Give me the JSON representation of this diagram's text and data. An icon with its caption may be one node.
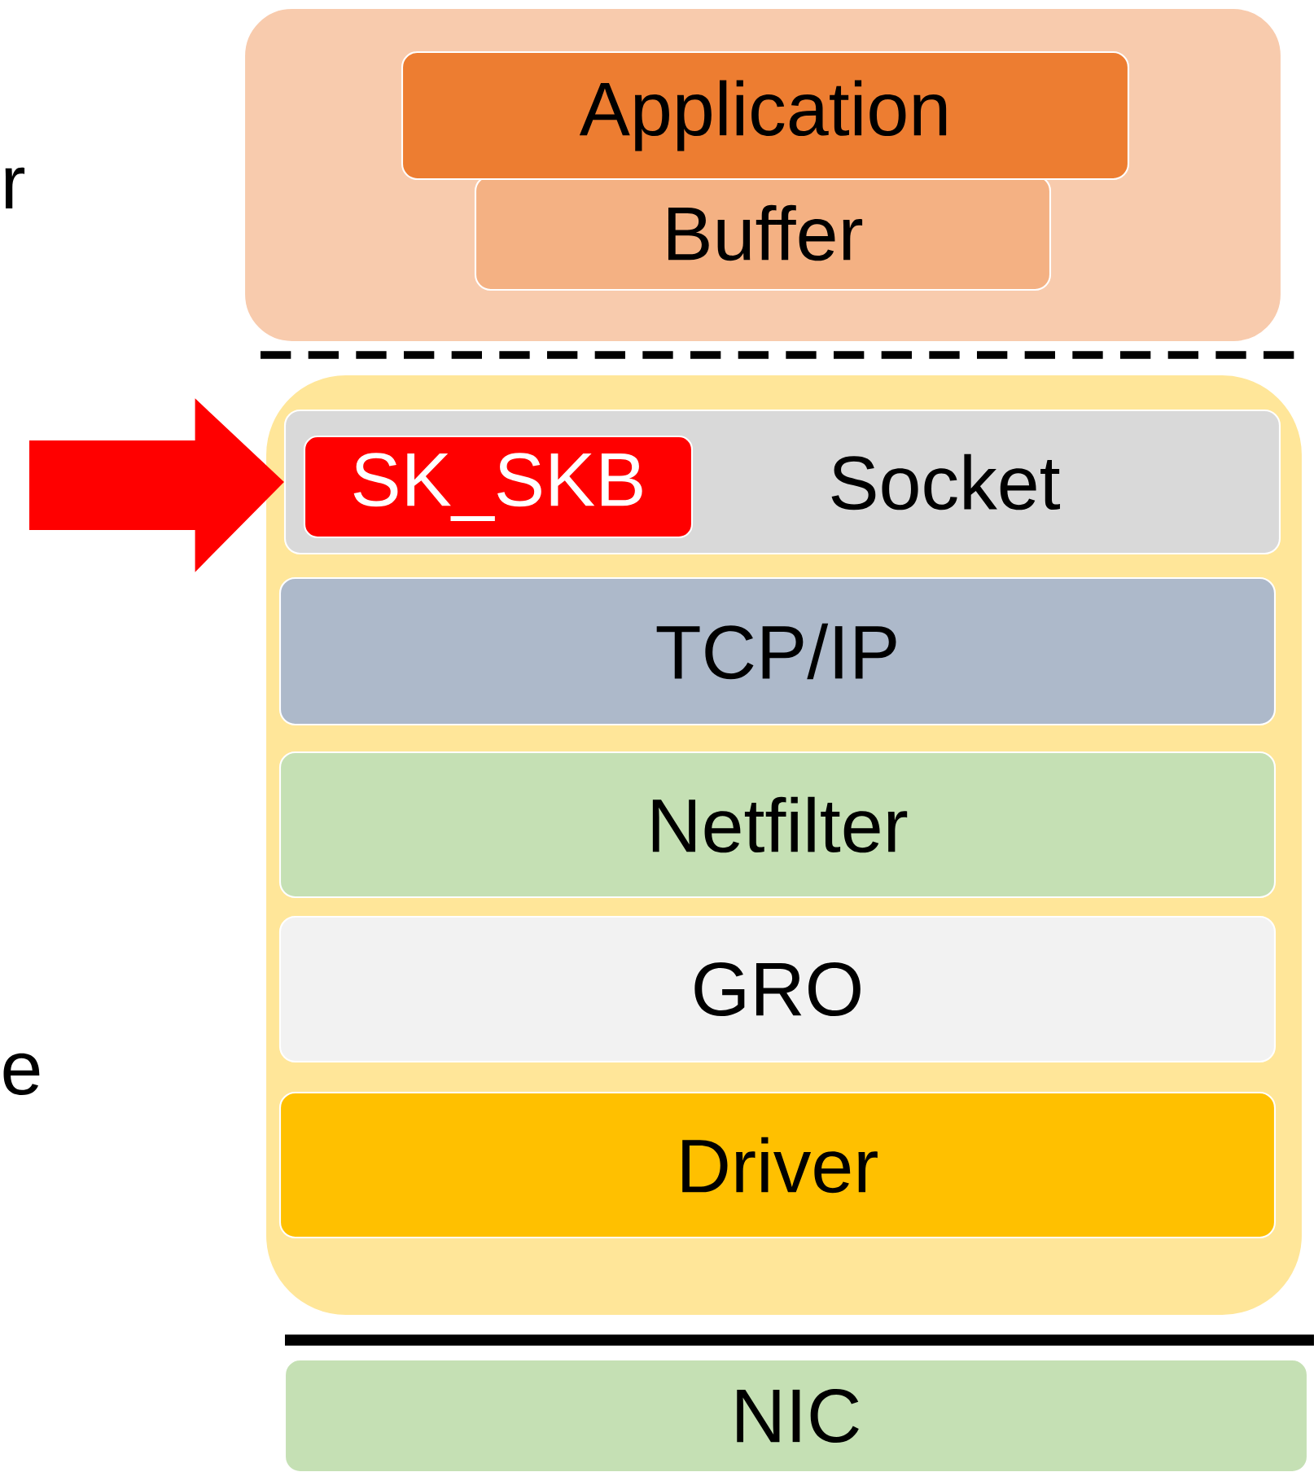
{
  "diagram": {
    "nodes": [
      {
        "text": [],
        "shape": "box"
      },
      {
        "text": [
          "Application"
        ],
        "in": 0
      },
      {
        "text": [
          "Buffer"
        ],
        "in": 0
      },
      {
        "text": [],
        "shape": "box"
      },
      {
        "text": [
          "Socket"
        ],
        "in": 3
      },
      {
        "text": [
          "SK_SKB"
        ],
        "in": 4
      },
      {
        "text": [
          "TCP/IP"
        ],
        "in": 3
      },
      {
        "text": [
          "Netfilter"
        ],
        "in": 3
      },
      {
        "text": [
          "GRO"
        ],
        "in": 3
      },
      {
        "text": [
          "Driver"
        ],
        "in": 3
      },
      {
        "text": [
          "NIC"
        ]
      }
    ],
    "edges": [
      {
        "from": null,
        "to": 4,
        "arrow": "to",
        "style": "thick",
        "color": "#ff0000"
      }
    ],
    "labels": [
      "r",
      "e"
    ]
  }
}
